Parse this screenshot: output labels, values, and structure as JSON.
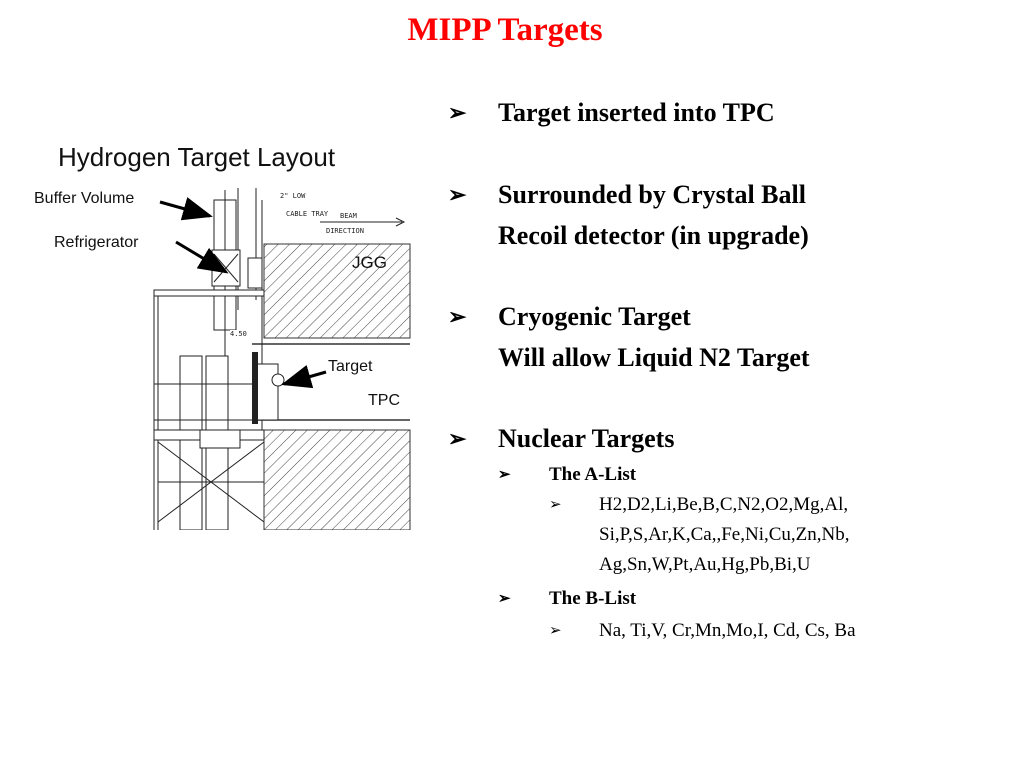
{
  "title": "MIPP Targets",
  "figure": {
    "title": "Hydrogen Target Layout",
    "labels": {
      "buffer_volume": "Buffer Volume",
      "refrigerator": "Refrigerator",
      "jgg": "JGG",
      "target": "Target",
      "tpc": "TPC",
      "low": "2\" LOW",
      "cable_tray": "CABLE TRAY",
      "beam": "BEAM",
      "direction": "DIRECTION",
      "dim": "4.50"
    }
  },
  "bullets": [
    {
      "lines": [
        "Target inserted into TPC"
      ]
    },
    {
      "lines": [
        "Surrounded by Crystal Ball",
        "Recoil detector (in upgrade)"
      ]
    },
    {
      "lines": [
        "Cryogenic Target",
        "Will allow Liquid N2 Target"
      ]
    },
    {
      "lines": [
        "Nuclear Targets"
      ]
    }
  ],
  "nuclear_targets": {
    "a_list": {
      "label": "The A-List",
      "items": [
        "H2,D2,Li,Be,B,C,N2,O2,Mg,Al,",
        "Si,P,S,Ar,K,Ca,,Fe,Ni,Cu,Zn,Nb,",
        "Ag,Sn,W,Pt,Au,Hg,Pb,Bi,U"
      ]
    },
    "b_list": {
      "label": "The B-List",
      "items": [
        "Na, Ti,V, Cr,Mn,Mo,I, Cd, Cs, Ba"
      ]
    }
  },
  "arrow_glyph": "➢",
  "colors": {
    "title": "#ff0000",
    "text": "#000000",
    "background": "#ffffff"
  }
}
